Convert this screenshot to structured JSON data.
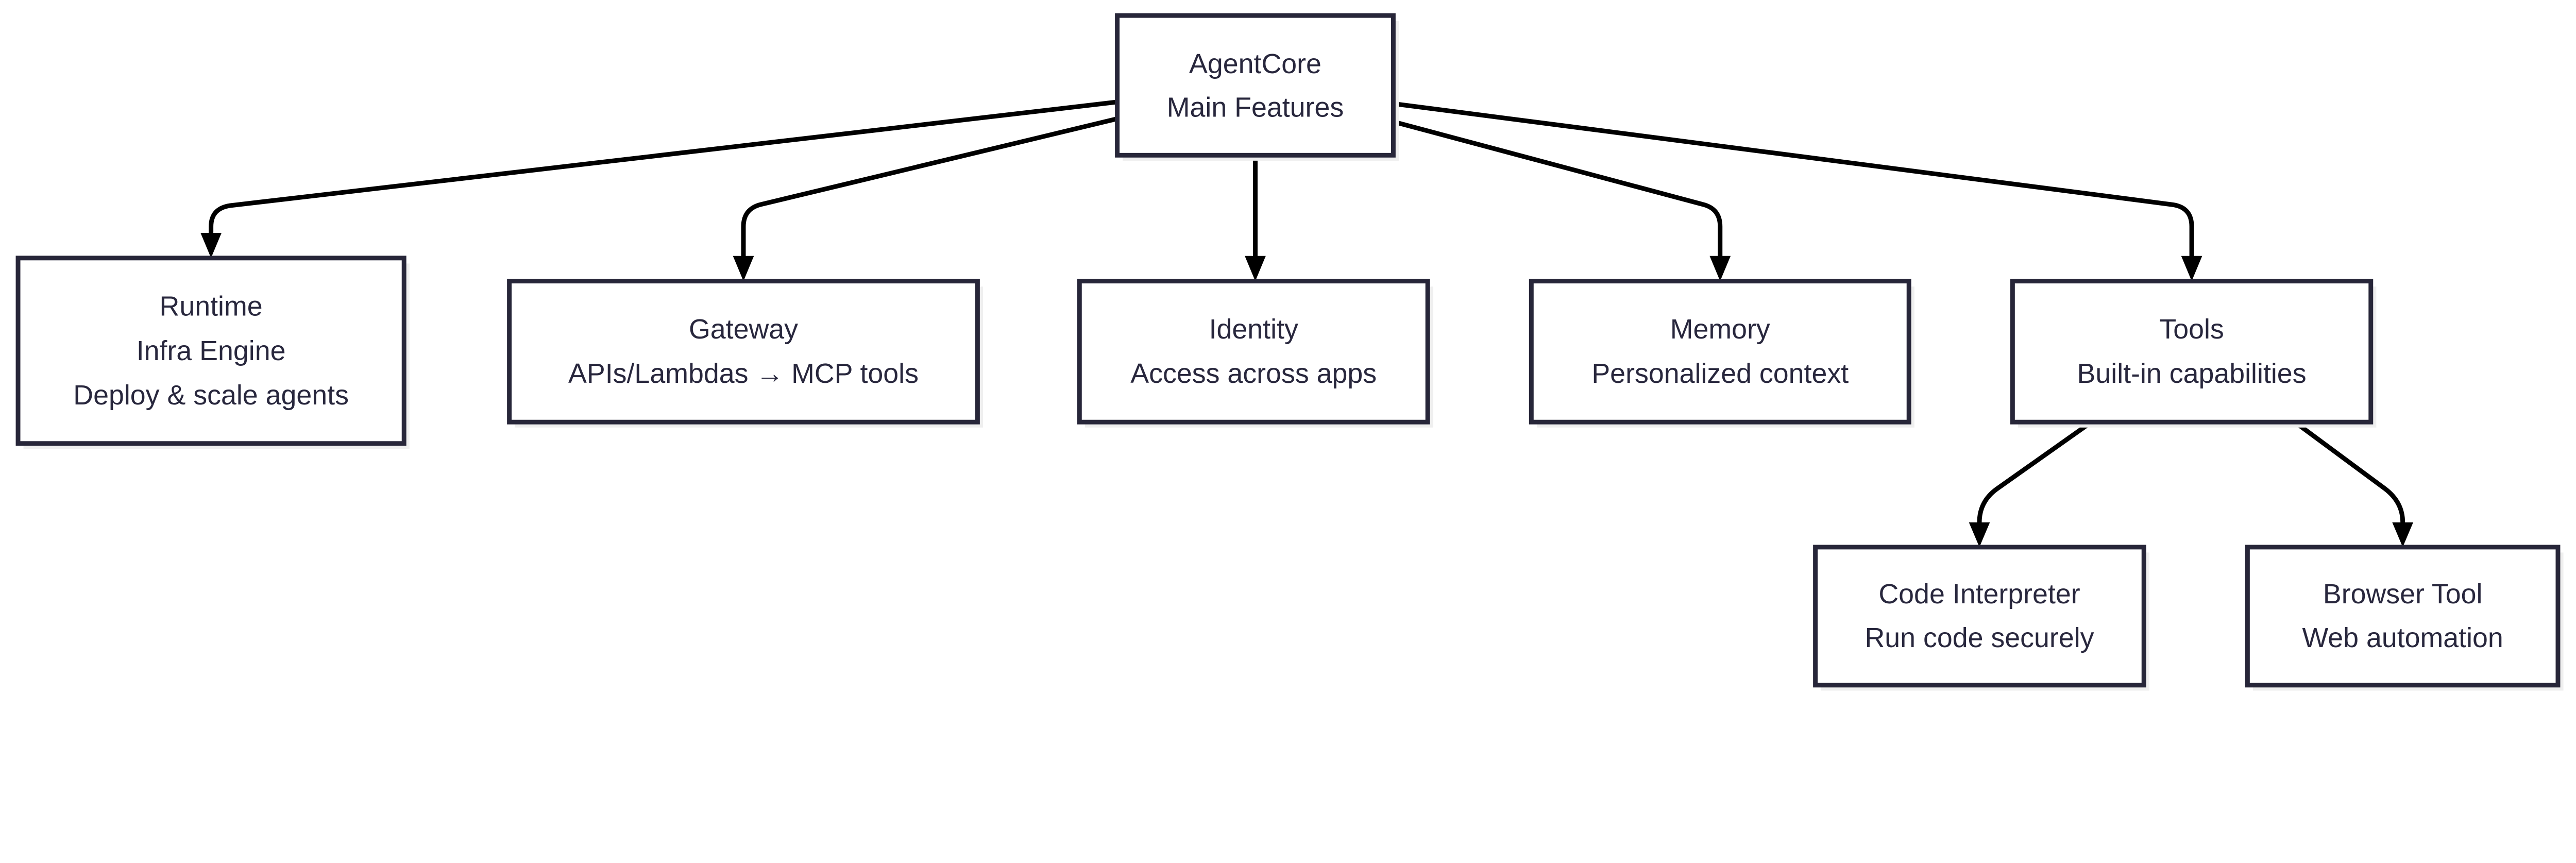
{
  "diagram": {
    "root": {
      "lines": [
        "AgentCore",
        "Main Features"
      ]
    },
    "features": [
      {
        "lines": [
          "Runtime",
          "Infra Engine",
          "Deploy & scale agents"
        ]
      },
      {
        "lines": [
          "Gateway",
          "APIs/Lambdas → MCP tools"
        ]
      },
      {
        "lines": [
          "Identity",
          "Access across apps"
        ]
      },
      {
        "lines": [
          "Memory",
          "Personalized context"
        ]
      },
      {
        "lines": [
          "Tools",
          "Built-in capabilities"
        ]
      }
    ],
    "tools": [
      {
        "lines": [
          "Code Interpreter",
          "Run code securely"
        ]
      },
      {
        "lines": [
          "Browser Tool",
          "Web automation"
        ]
      }
    ],
    "colors": {
      "border": "#272639",
      "text": "#28273d",
      "edge": "#000000",
      "shadow": "#efefef"
    }
  }
}
